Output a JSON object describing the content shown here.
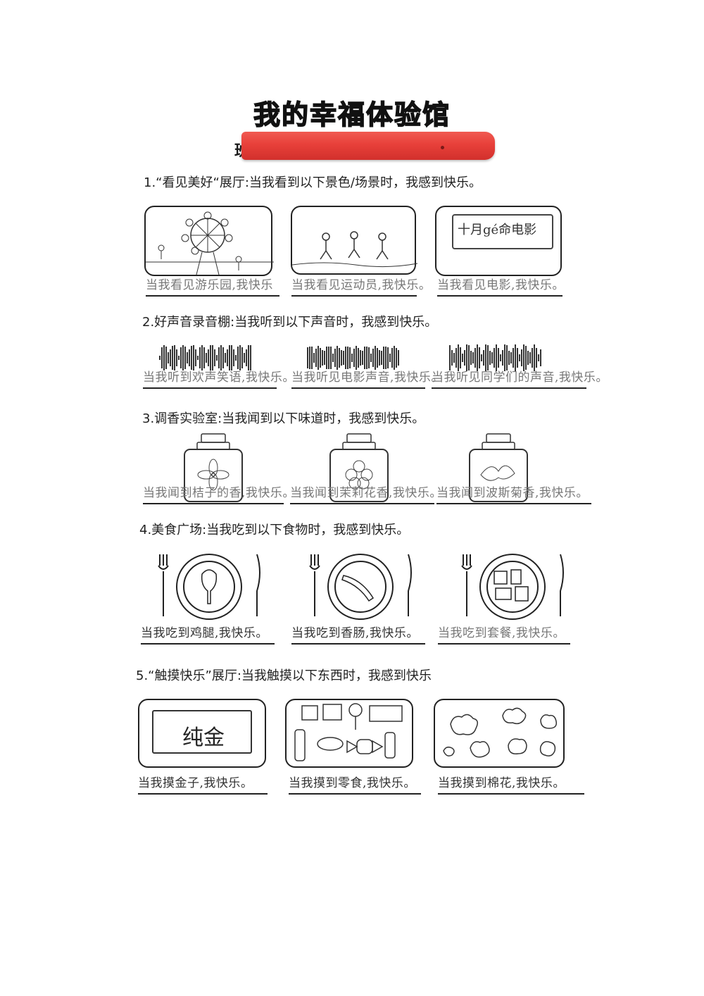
{
  "title": "我的幸福体验馆",
  "class_label": "班",
  "sections": [
    {
      "heading": "1.“看见美好“展厅:当我看到以下景色/场景时，我感到快乐。",
      "answers": [
        "当我看见游乐园,我快乐",
        "当我看见运动员,我快乐。",
        "当我看见电影,我快乐。"
      ],
      "drawing_text": "十月gé命电影"
    },
    {
      "heading": "2.好声音录音棚:当我听到以下声音时，我感到快乐。",
      "answers": [
        "当我听到欢声笑语,我快乐。",
        "当我听见电影声音,我快乐。",
        "当我听见同学们的声音,我快乐。"
      ]
    },
    {
      "heading": "3.调香实验室:当我闻到以下味道时，我感到快乐。",
      "answers": [
        "当我闻到桔子的香,我快乐。",
        "当我闻到茉莉花香,我快乐。",
        "当我闻到波斯菊香,我快乐。"
      ]
    },
    {
      "heading": "4.美食广场:当我吃到以下食物时，我感到快乐。",
      "answers": [
        "当我吃到鸡腿,我快乐。",
        "当我吃到香肠,我快乐。",
        "当我吃到套餐,我快乐。"
      ]
    },
    {
      "heading": "5.“触摸快乐”展厅:当我触摸以下东西时，我感到快乐",
      "answers": [
        "当我摸金子,我快乐。",
        "当我摸到零食,我快乐。",
        "当我摸到棉花,我快乐。"
      ],
      "drawing_text": "纯金"
    }
  ]
}
